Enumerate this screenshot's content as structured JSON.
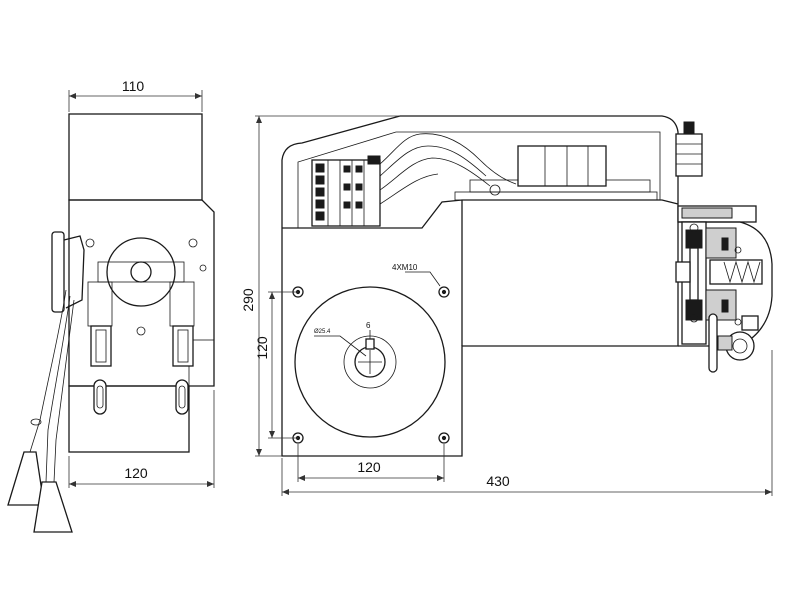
{
  "dimensions": {
    "side_top_width": "110",
    "side_bottom_width": "120",
    "front_height": "290",
    "front_inner_height": "120",
    "front_bottom_width": "120",
    "front_total_width": "430",
    "bolt_holes": "4XM10",
    "key_width": "6",
    "shaft_diameter": "Ø25.4"
  }
}
